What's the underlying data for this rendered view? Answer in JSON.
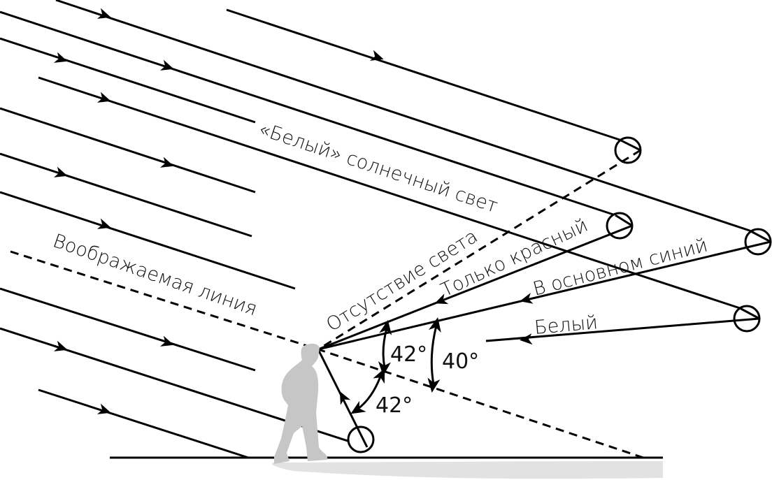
{
  "labels": {
    "sunlight": "«Белый» солнечный свет",
    "imaginary_line": "Воображаемая линия",
    "no_light": "Отсутствие света",
    "only_red": "Только красный",
    "mostly_blue": "В основном синий",
    "white": "Белый"
  },
  "angles": {
    "upper": "42°",
    "spread": "40°",
    "lower": "42°"
  },
  "colors": {
    "line": "#000000",
    "silhouette": "#c6c6c6",
    "shadow": "#e2e2e2"
  }
}
